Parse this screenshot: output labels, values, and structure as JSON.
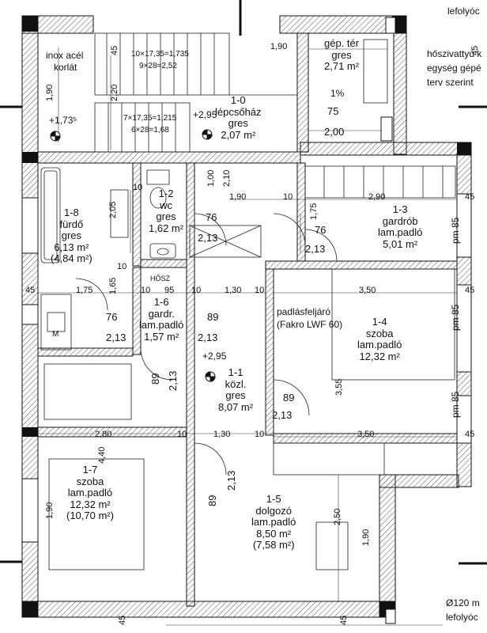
{
  "rooms": {
    "stair": {
      "num": "1-0",
      "name": "lépcsőház",
      "floor": "gres",
      "area": "2,07 m²"
    },
    "mech": {
      "name": "gép. tér",
      "floor": "gres",
      "area": "2,71 m²"
    },
    "wc": {
      "num": "1-2",
      "name": "wc",
      "floor": "gres",
      "area": "1,62 m²"
    },
    "gardrob": {
      "num": "1-3",
      "name": "gardrób",
      "floor": "lam.padló",
      "area": "5,01 m²"
    },
    "szoba14": {
      "num": "1-4",
      "name": "szoba",
      "floor": "lam.padló",
      "area": "12,32 m²"
    },
    "furdo": {
      "num": "1-8",
      "name": "fürdő",
      "floor": "gres",
      "area": "6,13 m²",
      "area2": "(4,84 m²)"
    },
    "gardr16": {
      "num": "1-6",
      "name": "gardr.",
      "floor": "lam.padló",
      "area": "1,57 m²"
    },
    "kozl": {
      "num": "1-1",
      "name": "közl.",
      "floor": "gres",
      "area": "8,07 m²"
    },
    "szoba17": {
      "num": "1-7",
      "name": "szoba",
      "floor": "lam.padló",
      "area": "12,32 m²",
      "area2": "(10,70 m²)"
    },
    "dolgozo": {
      "num": "1-5",
      "name": "dolgozó",
      "floor": "lam.padló",
      "area": "8,50 m²",
      "area2": "(7,58 m²)"
    }
  },
  "notes": {
    "railing1": "inox acél",
    "railing2": "korlát",
    "stair1a": "10×17,35=1,735",
    "stair1b": "9×28=2,52",
    "stair2a": "7×17,35=1,215",
    "stair2b": "6×28=1,68",
    "level1": "+1,73⁵",
    "level2": "+2,95",
    "level3": "+2,95",
    "slope": "1%",
    "attic1": "padlásfeljáró",
    "attic2": "(Fakro LWF 60)",
    "hosz": "HŐSZ",
    "lefolyo_top": "lefolyóc",
    "hoszivattyu1": "hőszivattyú k",
    "hoszivattyu2": "egység gépé",
    "hoszivattyu3": "terv szerint",
    "lefolyo_b1": "Ø120 m",
    "lefolyo_b2": "lefolyóc",
    "pm": "pm 85",
    "m_mark": "M"
  },
  "dims": {
    "d190": "1,90",
    "d190b": "1,90",
    "d190c": "1,90",
    "d190d": "1,90",
    "d220": "2,20",
    "d200": "2,00",
    "d75": "75",
    "d100": "1,00",
    "d210": "2,10",
    "d10a": "10",
    "d10b": "10",
    "d10c": "10",
    "d10d": "10",
    "d10e": "10",
    "d10f": "10",
    "d10g": "10",
    "d10h": "10",
    "d290": "2,90",
    "d205": "2,05",
    "d175": "1,75",
    "d175b": "1,75",
    "d165": "1,65",
    "d95": "95",
    "d130": "1,30",
    "d130b": "1,30",
    "d350": "3,50",
    "d350b": "3,50",
    "d355": "3,55",
    "d280": "2,80",
    "d440": "4,40",
    "d250": "2,50",
    "d45a": "45",
    "d45b": "45",
    "d45c": "45",
    "d45d": "45",
    "d45e": "45",
    "d45f": "45",
    "d45g": "45",
    "d45h": "45",
    "d45i": "45",
    "d76a": "76",
    "d76b": "76",
    "d76c": "76",
    "d213a": "2,13",
    "d213b": "2,13",
    "d213c": "2,13",
    "d213d": "2,13",
    "d213e": "2,13",
    "d213f": "2,13",
    "d213g": "2,13",
    "d89a": "89",
    "d89b": "89",
    "d89c": "89",
    "d89d": "89"
  }
}
